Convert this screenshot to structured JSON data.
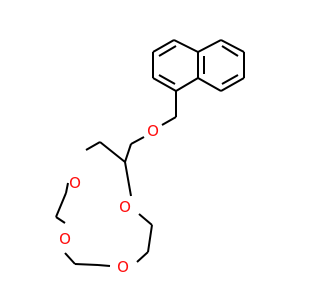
{
  "structure": {
    "name": "",
    "atoms": [
      {
        "id": "o1",
        "label": "O"
      },
      {
        "id": "o2",
        "label": "O"
      },
      {
        "id": "o3",
        "label": "O"
      },
      {
        "id": "o4",
        "label": "O"
      },
      {
        "id": "o5",
        "label": "O"
      }
    ],
    "colors": {
      "bond": "#000000",
      "oxygen": "#ff0d0d",
      "background": "#ffffff"
    }
  }
}
